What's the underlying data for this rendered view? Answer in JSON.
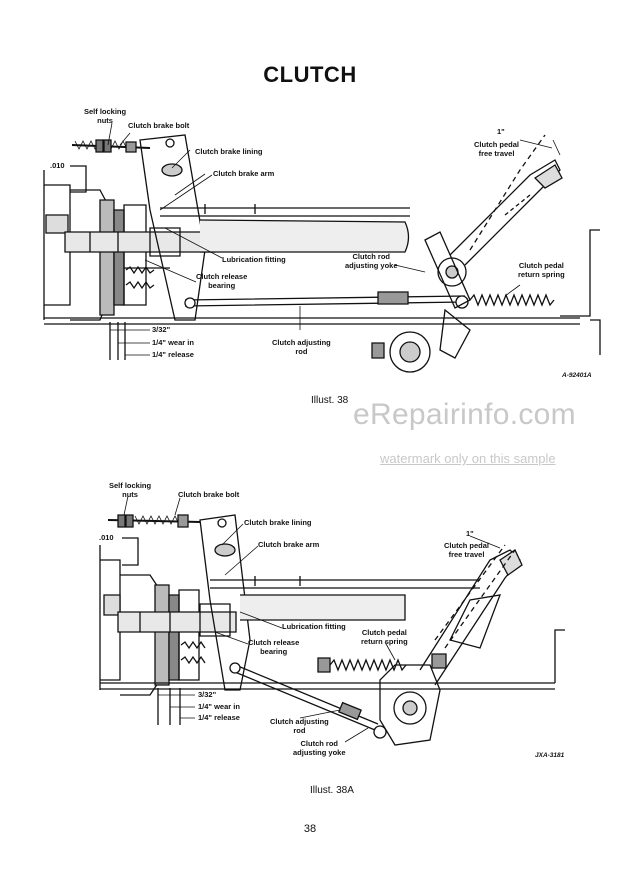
{
  "title": "CLUTCH",
  "figure1": {
    "caption": "Illust. 38",
    "code": "A-92401A",
    "labels": {
      "self_locking_nuts": "Self locking\nnuts",
      "clutch_brake_bolt": "Clutch brake bolt",
      "clearance": ".010",
      "clutch_brake_lining": "Clutch brake lining",
      "clutch_brake_arm": "Clutch brake arm",
      "lubrication_fitting": "Lubrication fitting",
      "clutch_release_bearing": "Clutch release\nbearing",
      "clutch_rod_adjusting_yoke": "Clutch rod\nadjusting yoke",
      "pedal_free_travel_value": "1\"",
      "clutch_pedal_free_travel": "Clutch pedal\nfree travel",
      "clutch_pedal_return_spring": "Clutch pedal\nreturn spring",
      "clutch_adjusting_rod": "Clutch adjusting\nrod",
      "dim_3_32": "3/32\"",
      "dim_wear_in": "1/4\" wear in",
      "dim_release": "1/4\" release"
    }
  },
  "figure2": {
    "caption": "Illust. 38A",
    "code": "JXA-3181",
    "labels": {
      "self_locking_nuts": "Self locking\nnuts",
      "clutch_brake_bolt": "Clutch brake bolt",
      "clearance": ".010",
      "clutch_brake_lining": "Clutch brake lining",
      "clutch_brake_arm": "Clutch brake arm",
      "pedal_free_travel_value": "1\"",
      "clutch_pedal_free_travel": "Clutch pedal\nfree travel",
      "lubrication_fitting": "Lubrication fitting",
      "clutch_pedal_return_spring": "Clutch pedal\nreturn spring",
      "clutch_release_bearing": "Clutch release\nbearing",
      "dim_3_32": "3/32\"",
      "dim_wear_in": "1/4\" wear in",
      "dim_release": "1/4\" release",
      "clutch_adjusting_rod": "Clutch adjusting\nrod",
      "clutch_rod_adjusting_yoke": "Clutch rod\nadjusting yoke"
    }
  },
  "watermark": {
    "site": "eRepairinfo.com",
    "note": "watermark only on this sample"
  },
  "page_number": "38"
}
